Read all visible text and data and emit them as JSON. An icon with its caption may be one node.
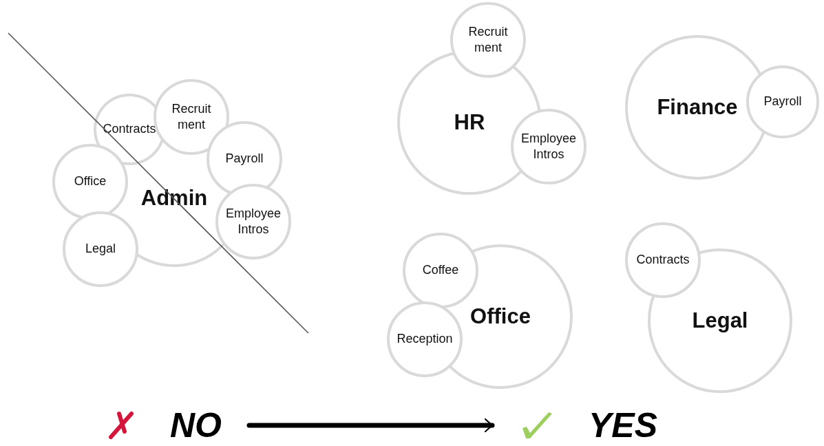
{
  "diagram": {
    "nodes": [
      {
        "text": [
          "Admin"
        ]
      },
      {
        "text": [
          "Contracts"
        ]
      },
      {
        "text": [
          "Recruit ment"
        ]
      },
      {
        "text": [
          "Office"
        ]
      },
      {
        "text": [
          "Payroll"
        ]
      },
      {
        "text": [
          "Legal"
        ]
      },
      {
        "text": [
          "Employee Intros"
        ]
      },
      {
        "text": [
          "HR"
        ]
      },
      {
        "text": [
          "Recruit ment"
        ]
      },
      {
        "text": [
          "Employee Intros"
        ]
      },
      {
        "text": [
          "Finance"
        ]
      },
      {
        "text": [
          "Payroll"
        ]
      },
      {
        "text": [
          "Office"
        ]
      },
      {
        "text": [
          "Coffee"
        ]
      },
      {
        "text": [
          "Reception"
        ]
      },
      {
        "text": [
          "Legal"
        ]
      },
      {
        "text": [
          "Contracts"
        ]
      },
      {
        "text": [
          "NO"
        ]
      },
      {
        "text": [
          "YES"
        ]
      }
    ],
    "edges": [
      {
        "from": 17,
        "to": 18,
        "arrow": "to"
      }
    ]
  }
}
